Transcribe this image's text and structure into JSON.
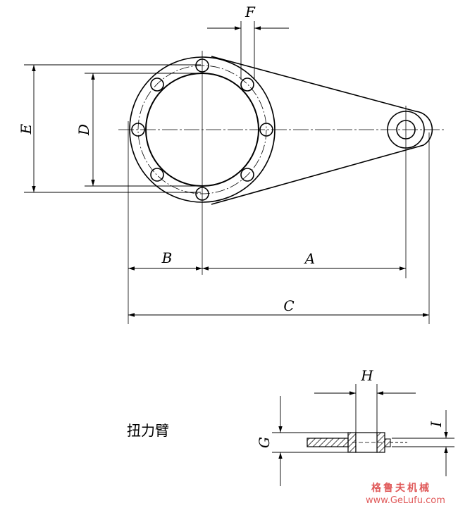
{
  "labels": {
    "A": "A",
    "B": "B",
    "C": "C",
    "D": "D",
    "E": "E",
    "F": "F",
    "G": "G",
    "H": "H",
    "I": "I"
  },
  "caption": "扭力臂",
  "watermark": {
    "brand": "格鲁夫机械",
    "url": "www.GeLufu.com",
    "color": "#e05a5a"
  },
  "style": {
    "line_color": "#000000",
    "background": "#ffffff"
  }
}
